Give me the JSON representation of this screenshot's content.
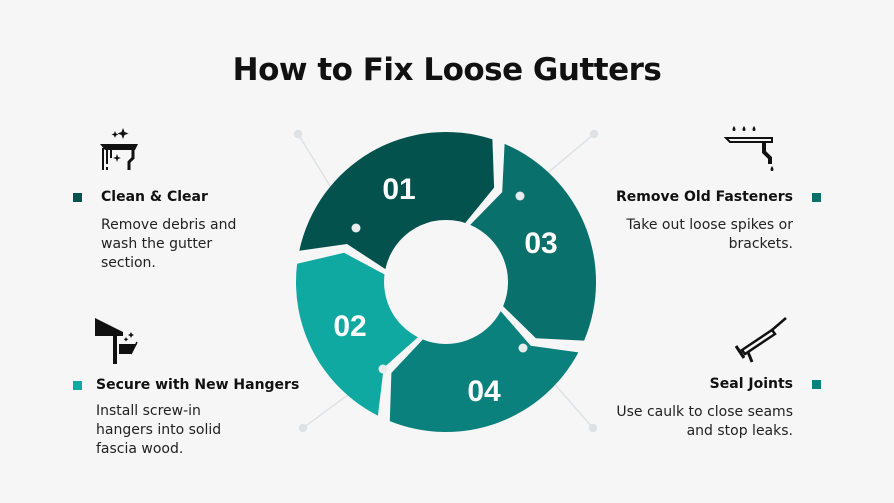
{
  "title": "How to Fix Loose Gutters",
  "steps": [
    {
      "number": "01",
      "heading": "Clean & Clear",
      "desc": "Remove debris and wash the gutter section.",
      "color": "#03524e",
      "icon": "gutter-sparkle-icon"
    },
    {
      "number": "02",
      "heading": "Secure with New Hangers",
      "desc": "Install screw-in hangers into solid fascia wood.",
      "color": "#10a9a1",
      "icon": "roof-gutter-hanger-icon"
    },
    {
      "number": "03",
      "heading": "Remove Old Fasteners",
      "desc": "Take out loose spikes or brackets.",
      "color": "#0a706c",
      "icon": "gutter-drip-icon"
    },
    {
      "number": "04",
      "heading": "Seal Joints",
      "desc": "Use caulk to close seams and stop leaks.",
      "color": "#0b817d",
      "icon": "caulk-gun-icon"
    }
  ]
}
